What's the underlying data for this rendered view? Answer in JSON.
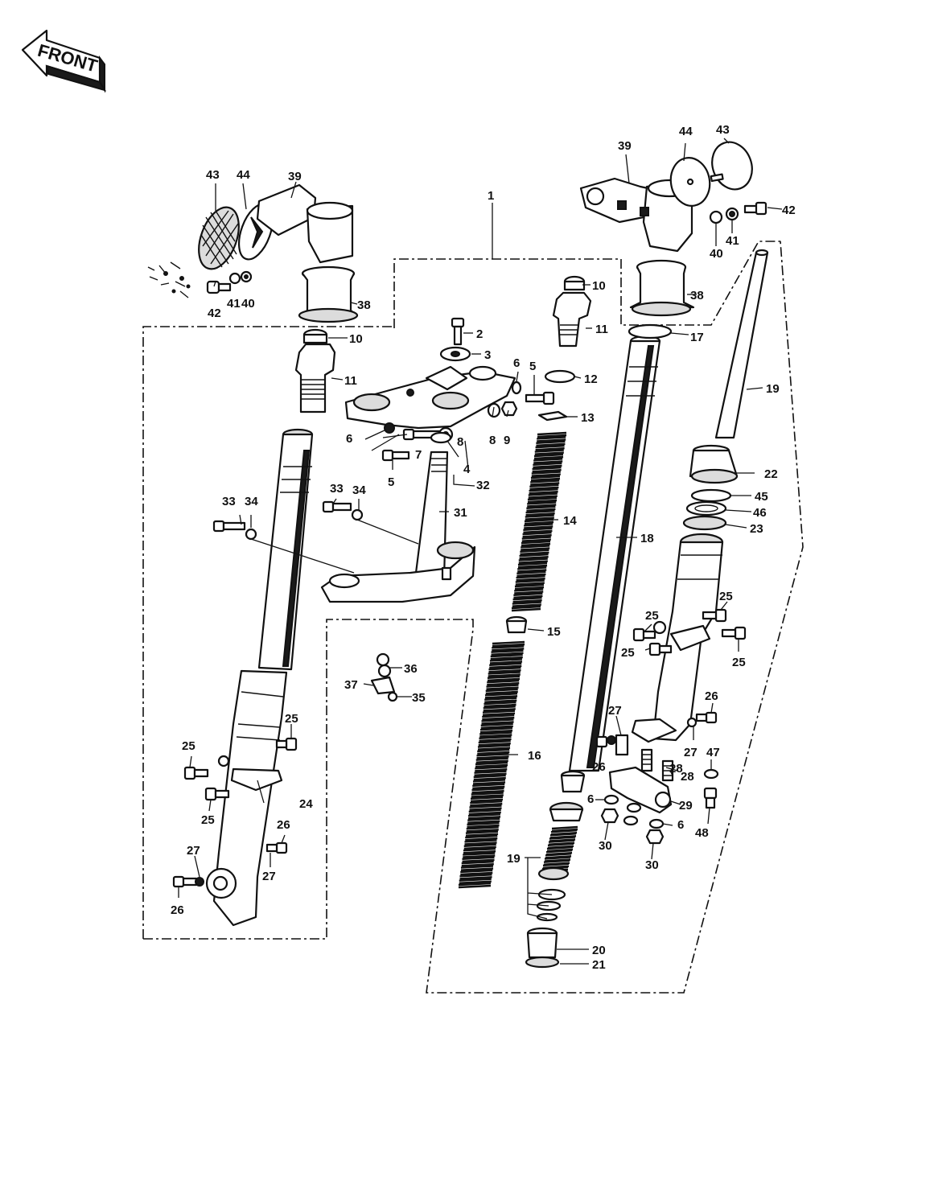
{
  "badge": {
    "front_label": "FRONT"
  },
  "callouts": {
    "c1": "1",
    "c2": "2",
    "c3": "3",
    "c4": "4",
    "c5a": "5",
    "c5b": "5",
    "c6a": "6",
    "c6b": "6",
    "c6c": "6",
    "c6d": "6",
    "c7": "7",
    "c8a": "8",
    "c8b": "8",
    "c9": "9",
    "c10a": "10",
    "c10b": "10",
    "c11a": "11",
    "c11b": "11",
    "c12": "12",
    "c13": "13",
    "c14": "14",
    "c15": "15",
    "c16": "16",
    "c17": "17",
    "c18": "18",
    "c19a": "19",
    "c19b": "19",
    "c20": "20",
    "c21": "21",
    "c22": "22",
    "c23": "23",
    "c24": "24",
    "c25a": "25",
    "c25b": "25",
    "c25c": "25",
    "c25d": "25",
    "c25e": "25",
    "c25f": "25",
    "c25g": "25",
    "c26a": "26",
    "c26b": "26",
    "c26c": "26",
    "c26d": "26",
    "c27a": "27",
    "c27b": "27",
    "c27c": "27",
    "c27d": "27",
    "c28a": "28",
    "c28b": "28",
    "c29": "29",
    "c30a": "30",
    "c30b": "30",
    "c31": "31",
    "c32": "32",
    "c33a": "33",
    "c33b": "33",
    "c34a": "34",
    "c34b": "34",
    "c35": "35",
    "c36": "36",
    "c37": "37",
    "c38a": "38",
    "c38b": "38",
    "c39a": "39",
    "c39b": "39",
    "c40a": "40",
    "c40b": "40",
    "c41a": "41",
    "c41b": "41",
    "c42a": "42",
    "c42b": "42",
    "c43a": "43",
    "c43b": "43",
    "c44a": "44",
    "c44b": "44",
    "c45": "45",
    "c46": "46",
    "c47": "47",
    "c48": "48"
  }
}
